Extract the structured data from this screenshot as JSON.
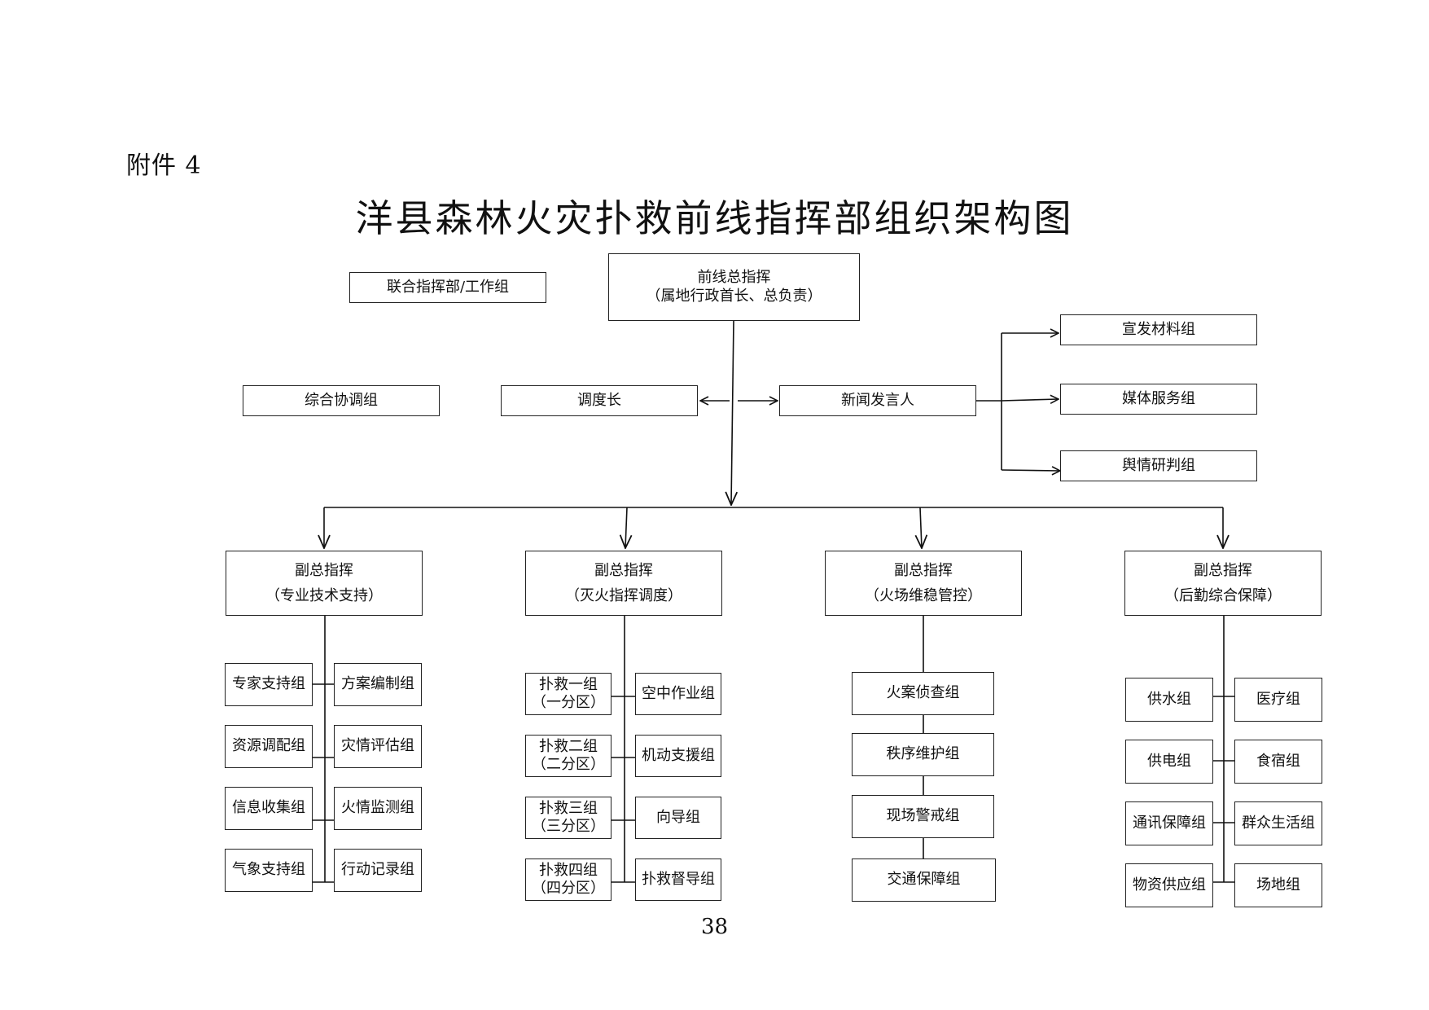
{
  "header": {
    "attachment": "附件 4",
    "title": "洋县森林火灾扑救前线指挥部组织架构图"
  },
  "top": {
    "joint": "联合指挥部/工作组",
    "commander": {
      "line1": "前线总指挥",
      "line2": "（属地行政首长、总负责）"
    },
    "coordination": "综合协调组",
    "dispatcher": "调度长",
    "spokesman": "新闻发言人"
  },
  "press": [
    "宣发材料组",
    "媒体服务组",
    "舆情研判组"
  ],
  "deputies": [
    {
      "title": "副总指挥",
      "sub": "（专业技术支持）"
    },
    {
      "title": "副总指挥",
      "sub": "（灭火指挥调度）"
    },
    {
      "title": "副总指挥",
      "sub": "（火场维稳管控）"
    },
    {
      "title": "副总指挥",
      "sub": "（后勤综合保障）"
    }
  ],
  "tech": {
    "left": [
      "专家支持组",
      "资源调配组",
      "信息收集组",
      "气象支持组"
    ],
    "right": [
      "方案编制组",
      "灾情评估组",
      "火情监测组",
      "行动记录组"
    ]
  },
  "fire": {
    "left": [
      {
        "l1": "扑救一组",
        "l2": "（一分区）"
      },
      {
        "l1": "扑救二组",
        "l2": "（二分区）"
      },
      {
        "l1": "扑救三组",
        "l2": "（三分区）"
      },
      {
        "l1": "扑救四组",
        "l2": "（四分区）"
      }
    ],
    "right": [
      "空中作业组",
      "机动支援组",
      "向导组",
      "扑救督导组"
    ]
  },
  "order": [
    "火案侦查组",
    "秩序维护组",
    "现场警戒组",
    "交通保障组"
  ],
  "logistics": {
    "left": [
      "供水组",
      "供电组",
      "通讯保障组",
      "物资供应组"
    ],
    "right": [
      "医疗组",
      "食宿组",
      "群众生活组",
      "场地组"
    ]
  },
  "page_number": "38"
}
